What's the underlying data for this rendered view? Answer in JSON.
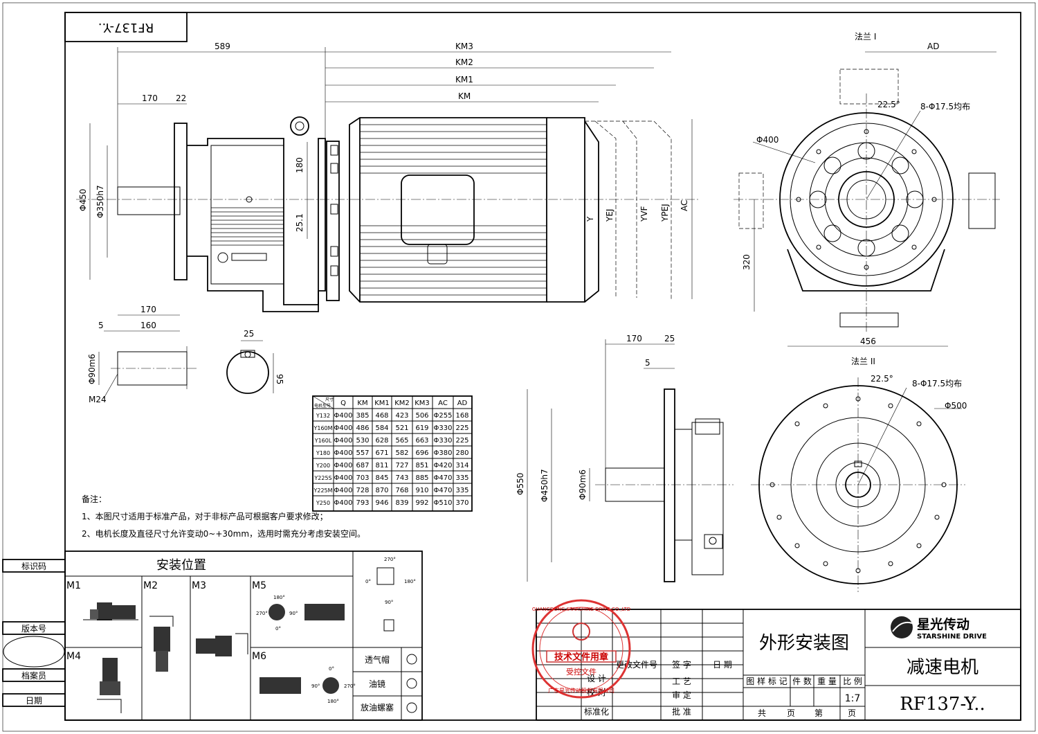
{
  "drawing": {
    "code_box": "RF137-Y..",
    "top_dims": {
      "d589": "589",
      "km3": "KM3",
      "km2": "KM2",
      "km1": "KM1",
      "km": "KM",
      "d170": "170",
      "d22": "22"
    },
    "side_dims": {
      "phi450": "Φ450",
      "phi350": "Φ350h7",
      "d180": "180",
      "d25": "25.1"
    },
    "motor_labels": {
      "y": "Y",
      "yej": "YEJ",
      "yvf": "YVF",
      "ypej": "YPEJ",
      "ac": "AC"
    },
    "shaft_dims": {
      "d170": "170",
      "d160": "160",
      "d5": "5",
      "phi90": "Φ90m6",
      "m24": "M24",
      "d25": "25",
      "d95": "95"
    },
    "flange1": {
      "title": "法兰 I",
      "ad": "AD",
      "angle": "22.5°",
      "holes": "8-Φ17.5均布",
      "phi400": "Φ400",
      "d320": "320",
      "d456": "456"
    },
    "flange2": {
      "title": "法兰 II",
      "angle": "22.5°",
      "holes": "8-Φ17.5均布",
      "phi500": "Φ500",
      "d170": "170",
      "d25": "25",
      "d5": "5",
      "phi550": "Φ550",
      "phi450": "Φ450h7",
      "phi90": "Φ90m6"
    }
  },
  "table": {
    "corner_top": "尺寸",
    "corner_bottom": "电机型号",
    "headers": [
      "Q",
      "KM",
      "KM1",
      "KM2",
      "KM3",
      "AC",
      "AD"
    ],
    "rows": [
      [
        "Y132",
        "Φ400",
        "385",
        "468",
        "423",
        "506",
        "Φ255",
        "168"
      ],
      [
        "Y160M",
        "Φ400",
        "486",
        "584",
        "521",
        "619",
        "Φ330",
        "225"
      ],
      [
        "Y160L",
        "Φ400",
        "530",
        "628",
        "565",
        "663",
        "Φ330",
        "225"
      ],
      [
        "Y180",
        "Φ400",
        "557",
        "671",
        "582",
        "696",
        "Φ380",
        "280"
      ],
      [
        "Y200",
        "Φ400",
        "687",
        "811",
        "727",
        "851",
        "Φ420",
        "314"
      ],
      [
        "Y225S",
        "Φ400",
        "703",
        "845",
        "743",
        "885",
        "Φ470",
        "335"
      ],
      [
        "Y225M",
        "Φ400",
        "728",
        "870",
        "768",
        "910",
        "Φ470",
        "335"
      ],
      [
        "Y250",
        "Φ400",
        "793",
        "946",
        "839",
        "992",
        "Φ510",
        "370"
      ]
    ]
  },
  "notes": {
    "title": "备注：",
    "line1": "1、本图尺寸适用于标准产品，对于非标产品可根据客户要求修改；",
    "line2": "2、电机长度及直径尺寸允许变动0~+30mm，选用时需充分考虑安装空间。"
  },
  "mounting": {
    "title": "安装位置",
    "labels": [
      "M1",
      "M2",
      "M3",
      "M4",
      "M5",
      "M6"
    ],
    "angles": {
      "a0": "0°",
      "a90": "90°",
      "a180": "180°",
      "a270": "270°"
    },
    "legend": [
      "透气帽",
      "油镜",
      "放油螺塞"
    ]
  },
  "left_strip": [
    "标识码",
    "版本号",
    "档案员",
    "日期"
  ],
  "title_block": {
    "drawing_name": "外形安装图",
    "product_name": "减速电机",
    "model": "RF137-Y..",
    "brand_cn": "星光传动",
    "brand_en": "STARSHINE DRIVE",
    "rev_cols": [
      "更改文件号",
      "签 字",
      "日 期"
    ],
    "roles": [
      "设 计",
      "校 对",
      "标准化"
    ],
    "approvals": [
      "工 艺",
      "审 定",
      "批 准"
    ],
    "marks": [
      "图 样 标 记",
      "件 数",
      "重 量",
      "比 例"
    ],
    "scale": "1:7",
    "pages": [
      "共",
      "页",
      "第",
      "页"
    ]
  },
  "stamp": {
    "main": "技术文件用章",
    "sub": "受控文件",
    "ring_top": "GUANGDONG STARSHINE DRIVE CO.,LTD",
    "ring_bottom": "广东星光传动股份有限公司"
  }
}
